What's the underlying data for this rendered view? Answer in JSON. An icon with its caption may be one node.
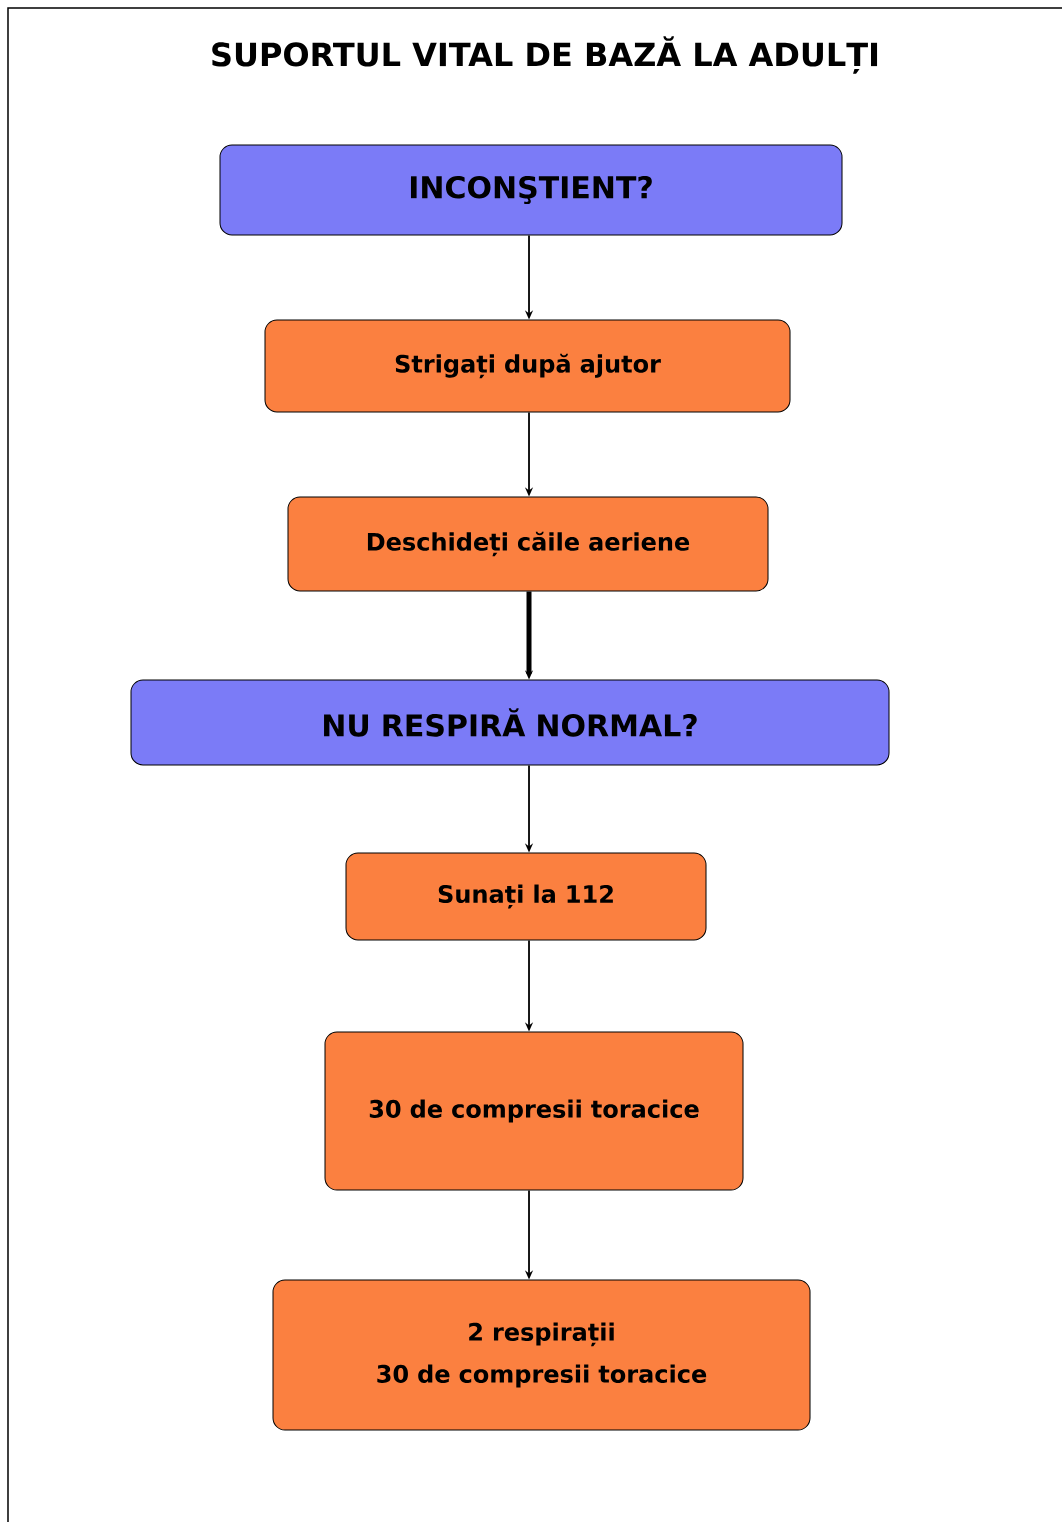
{
  "diagram": {
    "title": "SUPORTUL VITAL DE BAZĂ LA ADULȚI",
    "nodes": [
      {
        "text": [
          "INCONŞTIENT?"
        ]
      },
      {
        "text": [
          "Strigați după ajutor"
        ]
      },
      {
        "text": [
          "Deschideți căile aeriene"
        ]
      },
      {
        "text": [
          "NU RESPIRĂ NORMAL?"
        ]
      },
      {
        "text": [
          "Sunați la 112"
        ]
      },
      {
        "text": [
          "30 de compresii toracice"
        ]
      },
      {
        "text": [
          "2 respirații",
          "30 de compresii toracice"
        ]
      }
    ],
    "edges": [
      {
        "from": 0,
        "to": 1,
        "arrow": "to"
      },
      {
        "from": 1,
        "to": 2,
        "arrow": "to"
      },
      {
        "from": 2,
        "to": 3,
        "arrow": "to",
        "style": "thick"
      },
      {
        "from": 3,
        "to": 4,
        "arrow": "to"
      },
      {
        "from": 4,
        "to": 5,
        "arrow": "to"
      },
      {
        "from": 5,
        "to": 6,
        "arrow": "to"
      }
    ]
  }
}
